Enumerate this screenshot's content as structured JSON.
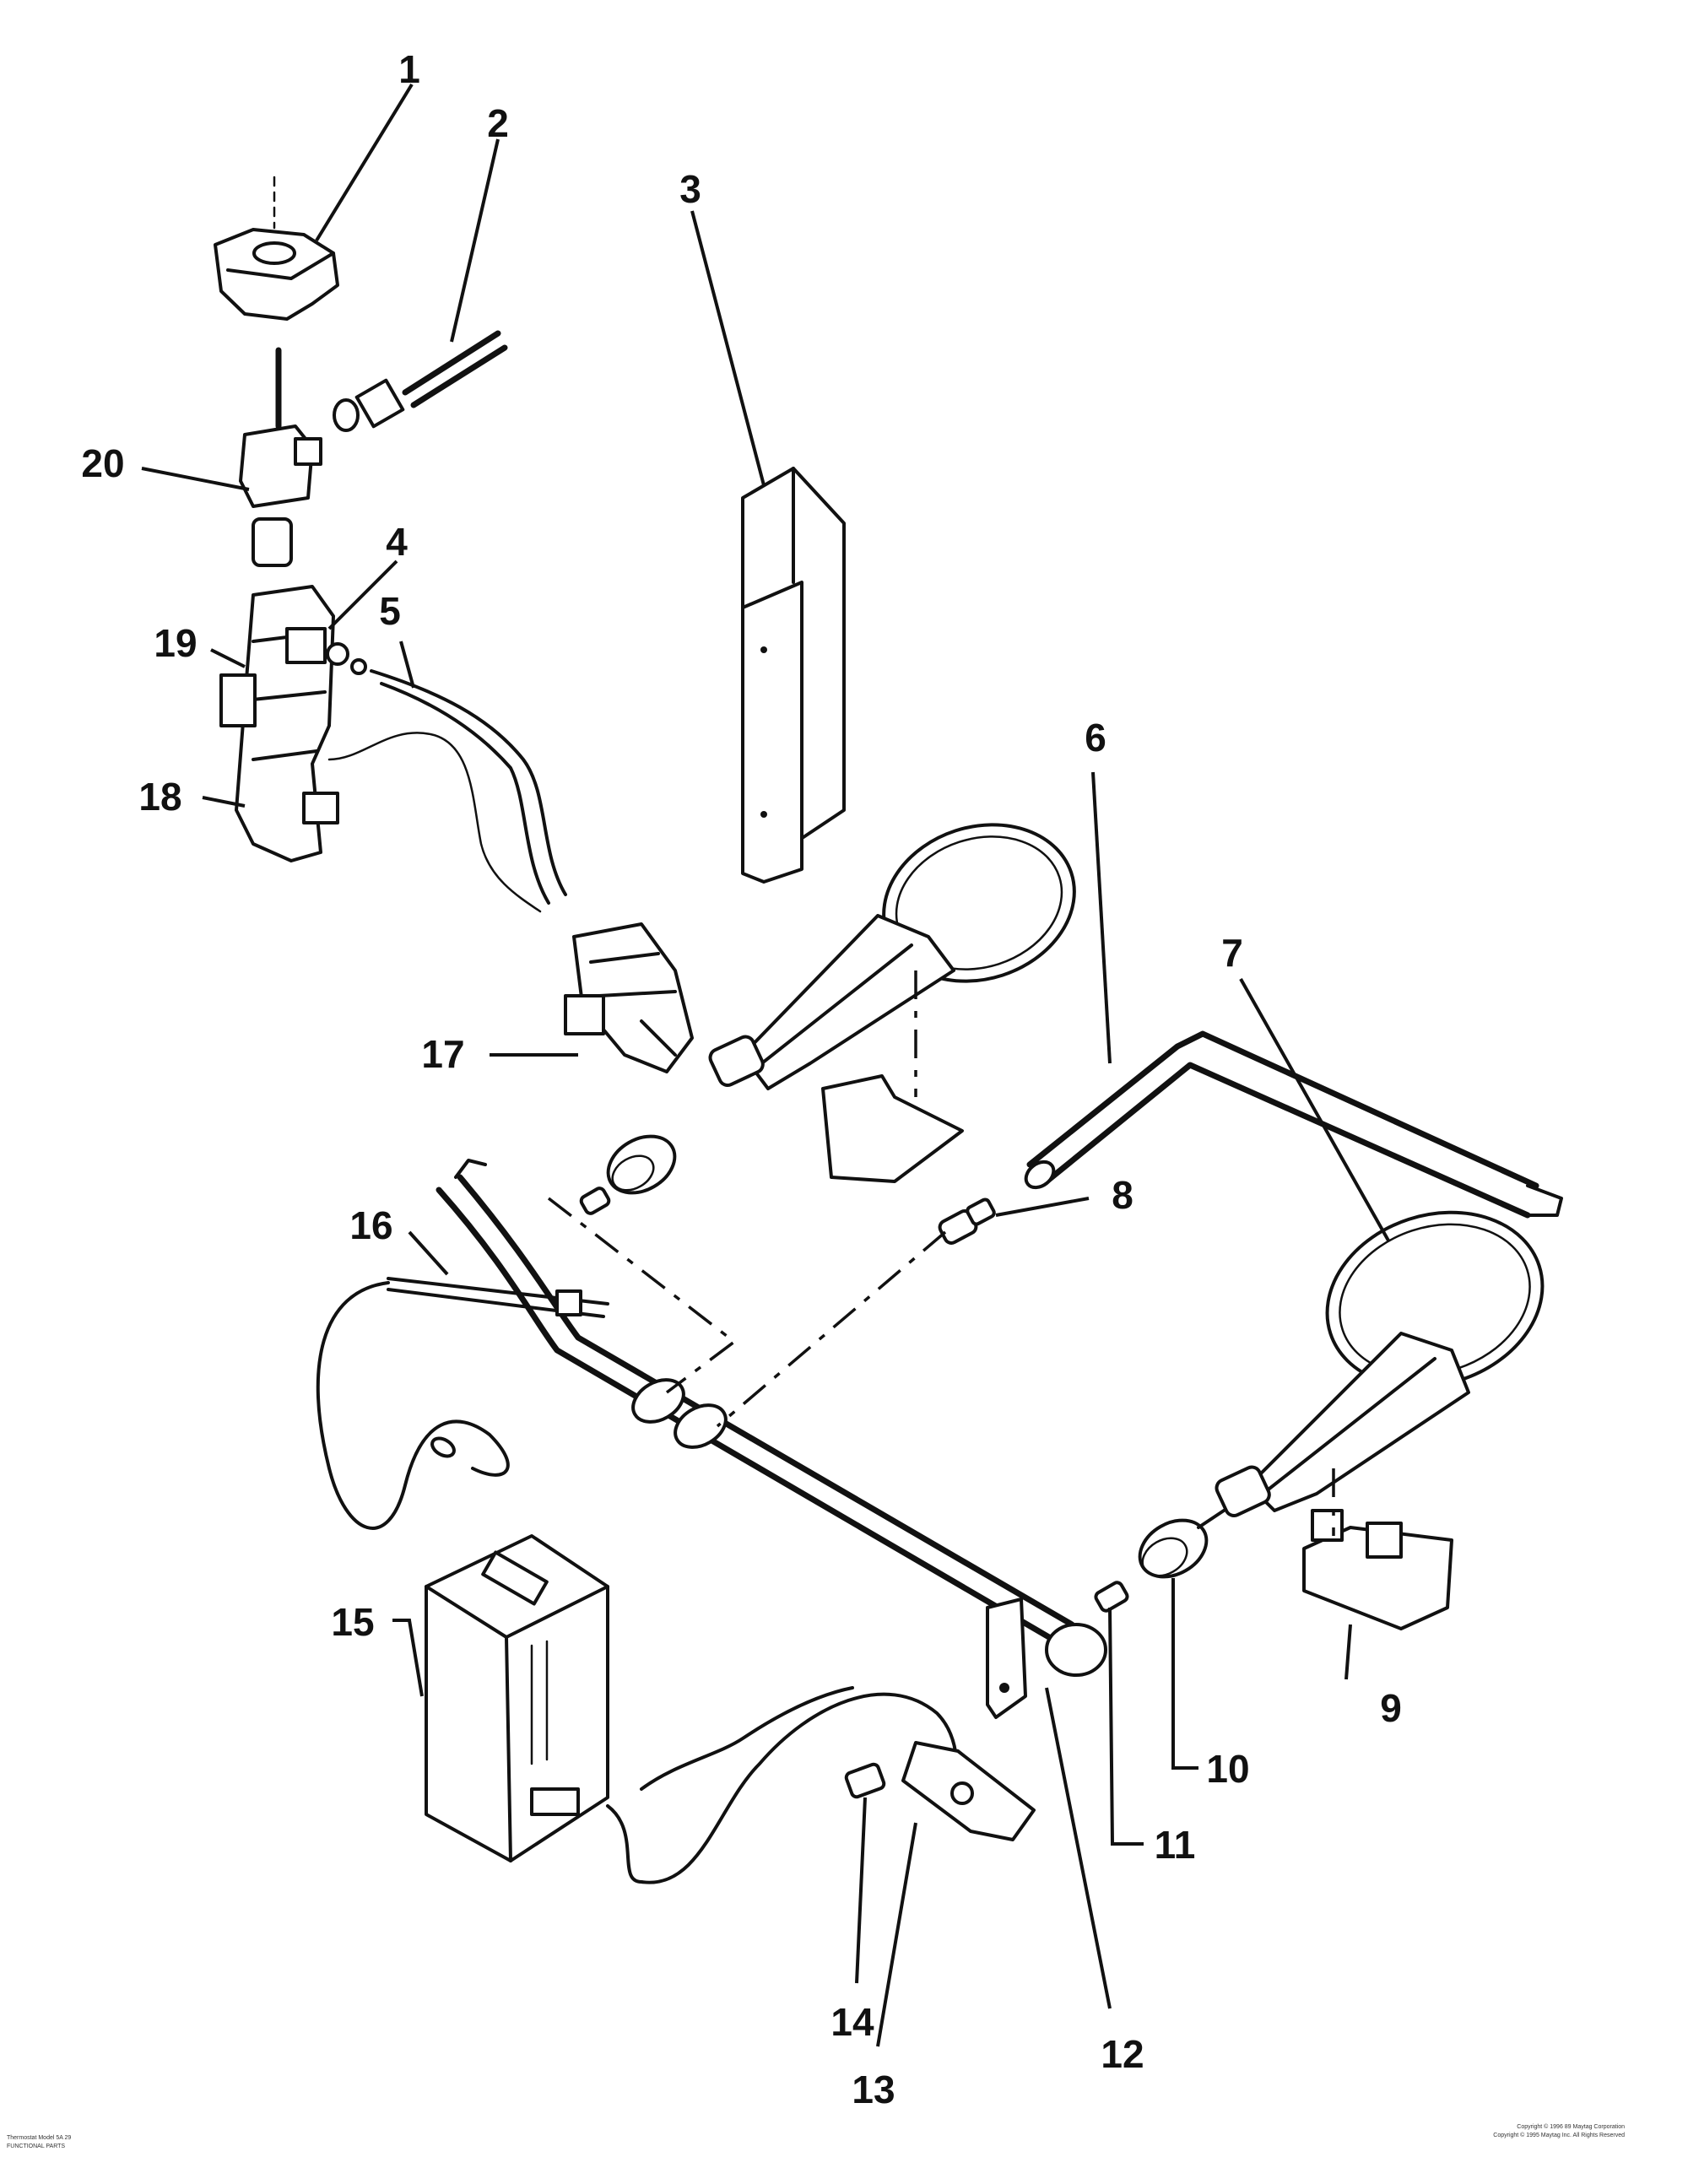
{
  "callouts": [
    "1",
    "2",
    "3",
    "4",
    "5",
    "6",
    "7",
    "8",
    "9",
    "10",
    "11",
    "12",
    "13",
    "14",
    "15",
    "16",
    "17",
    "18",
    "19",
    "20"
  ],
  "footer_left": [
    "Thermostat Model 5A 29",
    "FUNCTIONAL PARTS"
  ],
  "footer_right": [
    "Copyright © 1996 89 Maytag Corporation",
    "Copyright © 1995 Maytag Inc. All Rights Reserved"
  ]
}
